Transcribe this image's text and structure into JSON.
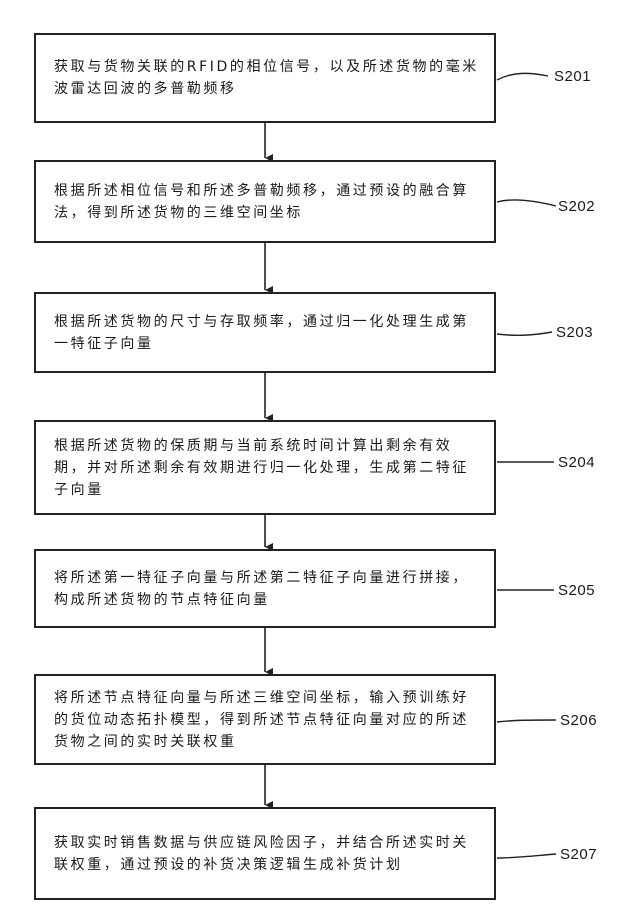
{
  "steps": [
    {
      "id": "S201",
      "text": "获取与货物关联的RFID的相位信号，以及所述货物的毫米波雷达回波的多普勒频移"
    },
    {
      "id": "S202",
      "text": "根据所述相位信号和所述多普勒频移，通过预设的融合算法，得到所述货物的三维空间坐标"
    },
    {
      "id": "S203",
      "text": "根据所述货物的尺寸与存取频率，通过归一化处理生成第一特征子向量"
    },
    {
      "id": "S204",
      "text": "根据所述货物的保质期与当前系统时间计算出剩余有效期，并对所述剩余有效期进行归一化处理，生成第二特征子向量"
    },
    {
      "id": "S205",
      "text": "将所述第一特征子向量与所述第二特征子向量进行拼接，构成所述货物的节点特征向量"
    },
    {
      "id": "S206",
      "text": "将所述节点特征向量与所述三维空间坐标，输入预训练好的货位动态拓扑模型，得到所述节点特征向量对应的所述货物之间的实时关联权重"
    },
    {
      "id": "S207",
      "text": "获取实时销售数据与供应链风险因子，并结合所述实时关联权重，通过预设的补货决策逻辑生成补货计划"
    }
  ]
}
